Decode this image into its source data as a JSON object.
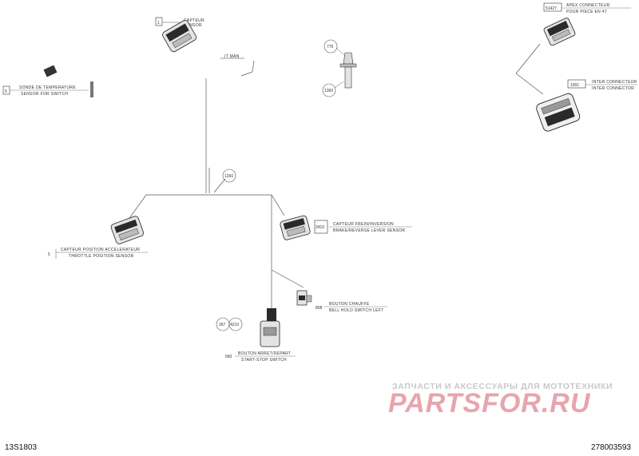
{
  "parts": {
    "caption_top": {
      "code": "1",
      "title": "CAPTEUR",
      "subtitle": "SENSOR"
    },
    "rubber_block": {
      "code": "5",
      "title": "SONDE DE TEMPERATURE",
      "subtitle": "SENSOR FOR SWITCH"
    },
    "ref_note": {
      "text": "IT MAN"
    },
    "bolt": {
      "top_code": "775",
      "bottom_code": "1360"
    },
    "apex_connector": {
      "code": "51427",
      "title": "APEX CONNECTEUR",
      "subtitle": "POUR PIECE EN 47"
    },
    "inter_connector": {
      "code": "1001",
      "title": "INTER CONNECTEUR",
      "subtitle": "INTER CONNECTOR"
    },
    "branch_marker": {
      "code": "1260"
    },
    "throttle_sensor": {
      "code": "5",
      "title": "CAPTEUR POSITION ACCELERATEUR",
      "subtitle": "THROTTLE POSITION SENSOR"
    },
    "brake_sensor": {
      "code": "2410",
      "title": "CAPTEUR FREIN/INVERSION",
      "subtitle": "BRAKE/REVERSE LEVER SENSOR"
    },
    "hold_switch": {
      "code": "808",
      "title": "BOUTON CHAUFFE",
      "subtitle": "BELL HOLD SWITCH LEFT"
    },
    "start_switch": {
      "code_a": "267",
      "code_b": "4210",
      "code_c": "560",
      "title": "BOUTON ARRET/DEPART",
      "subtitle": "START-STOP SWITCH"
    }
  },
  "footer": {
    "left_ref": "13S1803",
    "right_ref": "278003593"
  },
  "watermark": {
    "line1": "ЗАПЧАСТИ И АКСЕССУАРЫ ДЛЯ МОТОТЕХНИКИ",
    "logo": "PARTSFOR.RU"
  },
  "colors": {
    "line": "#555555",
    "part_fill": "#e4e4e4",
    "part_dark": "#2a2a2a",
    "watermark": "#e7a5ad"
  }
}
